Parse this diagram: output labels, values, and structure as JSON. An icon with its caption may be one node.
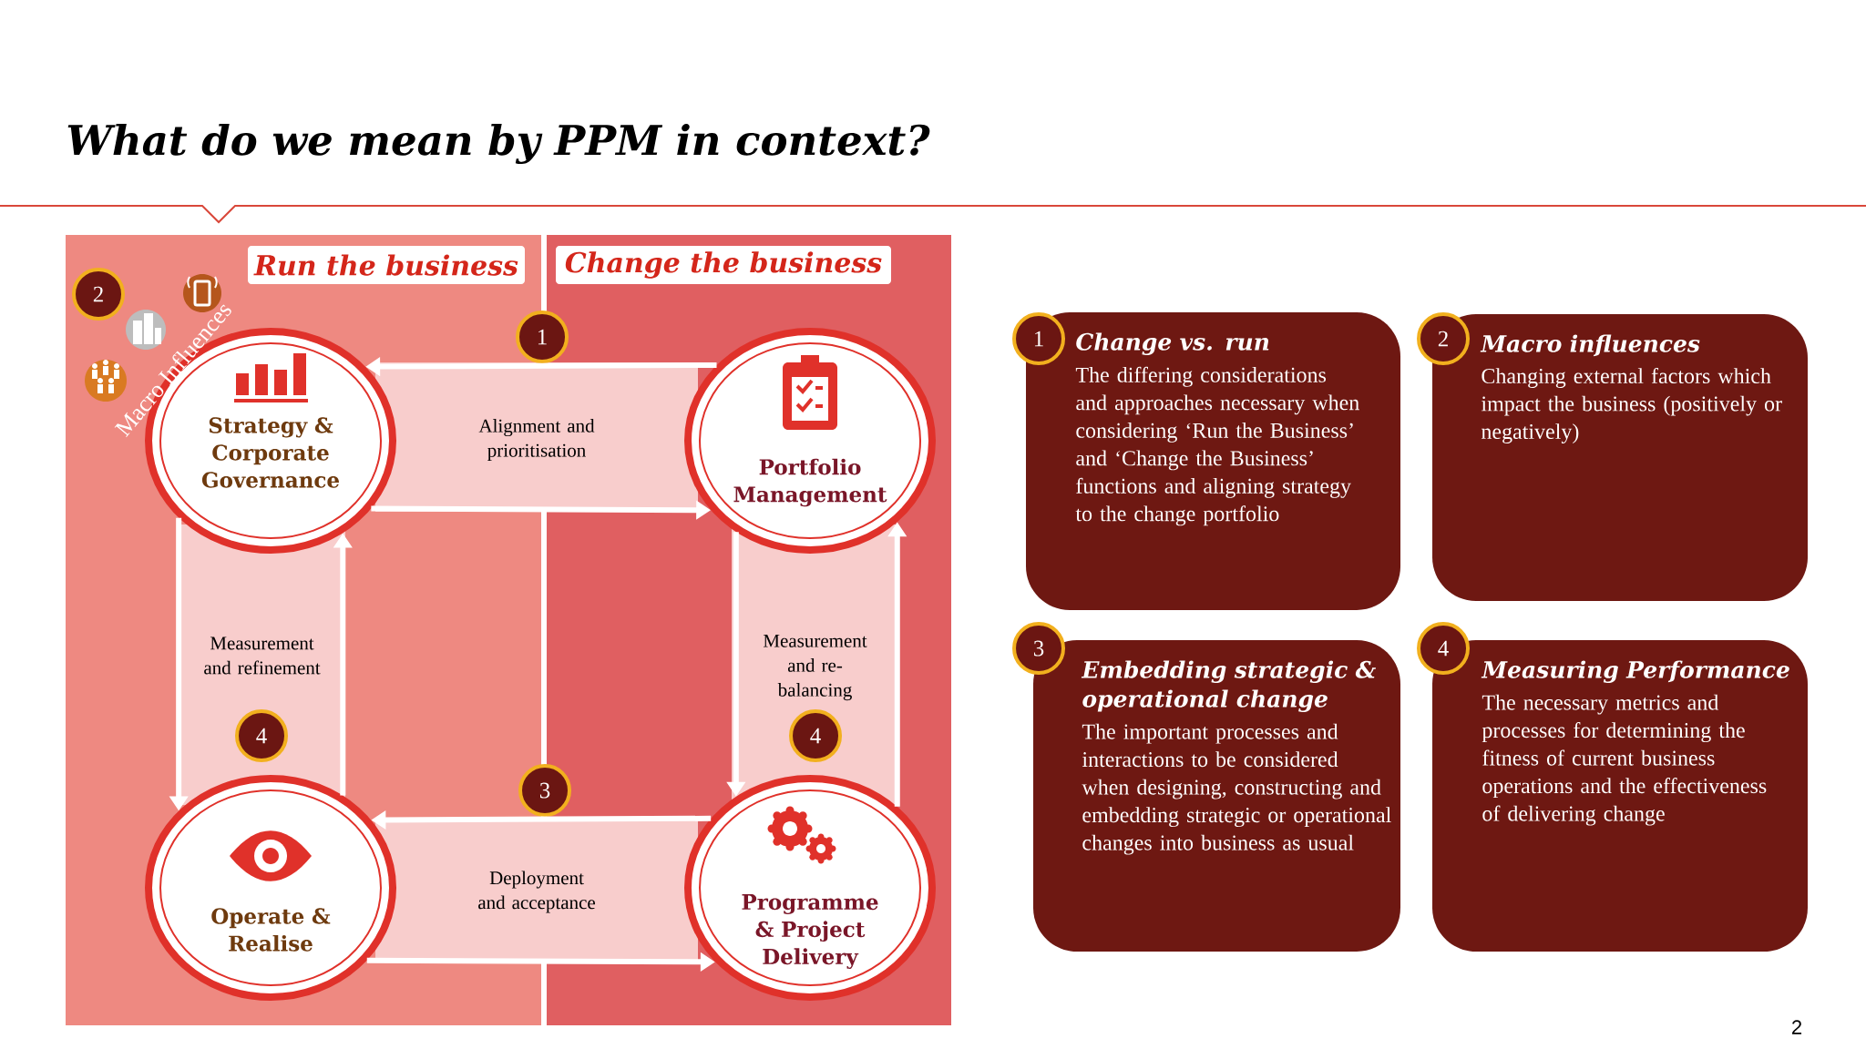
{
  "diagram": {
    "title": "What do we mean by PPM in context?",
    "nodes": [
      {
        "text": [
          "Run the business"
        ]
      },
      {
        "text": [
          "Change the business"
        ]
      },
      {
        "text": [
          "2"
        ],
        "in": 0
      },
      {
        "text": [
          "Strategy & Corporate Governance"
        ],
        "in": 0
      },
      {
        "text": [
          "Portfolio Management"
        ],
        "in": 1
      },
      {
        "text": [
          "Operate & Realise"
        ],
        "in": 0
      },
      {
        "text": [
          "Programme & Project Delivery"
        ],
        "in": 1
      },
      {
        "text": [
          "Alignment and prioritisation"
        ]
      },
      {
        "text": [
          "1"
        ]
      },
      {
        "text": [
          "Measurement and refinement"
        ],
        "in": 0
      },
      {
        "text": [
          "4"
        ],
        "in": 9
      },
      {
        "text": [
          "Measurement and re-balancing"
        ],
        "in": 1
      },
      {
        "text": [
          "4"
        ],
        "in": 11
      },
      {
        "text": [
          "Deployment and acceptance"
        ]
      },
      {
        "text": [
          "3"
        ]
      },
      {
        "text": [
          "1"
        ]
      },
      {
        "text": [
          "Change vs. run",
          "The differing considerations and approaches necessary when considering ‘Run the Business’ and ‘Change the Business’ functions and aligning strategy to the change portfolio"
        ]
      },
      {
        "text": [
          "2"
        ]
      },
      {
        "text": [
          "Macro influences",
          "Changing external factors which impact the business (positively or negatively)"
        ]
      },
      {
        "text": [
          "3"
        ]
      },
      {
        "text": [
          "Embedding strategic & operational change",
          "The important processes and interactions to be considered when designing, constructing and embedding strategic or operational changes into business as usual"
        ]
      },
      {
        "text": [
          "4"
        ]
      },
      {
        "text": [
          "Measuring Performance",
          "The necessary metrics and processes for determining the fitness of current business operations and the effectiveness of delivering change"
        ]
      }
    ],
    "edges": [
      {
        "from": 4,
        "to": 3,
        "arrow": "to"
      },
      {
        "from": 3,
        "to": 4,
        "arrow": "to"
      },
      {
        "from": 3,
        "to": 5,
        "arrow": "to"
      },
      {
        "from": 5,
        "to": 3,
        "arrow": "to"
      },
      {
        "from": 4,
        "to": 6,
        "arrow": "to"
      },
      {
        "from": 6,
        "to": 4,
        "arrow": "to"
      },
      {
        "from": 6,
        "to": 5,
        "arrow": "to"
      },
      {
        "from": 5,
        "to": 6,
        "arrow": "to"
      }
    ],
    "labels": [
      "Macro Influences",
      "2"
    ]
  }
}
